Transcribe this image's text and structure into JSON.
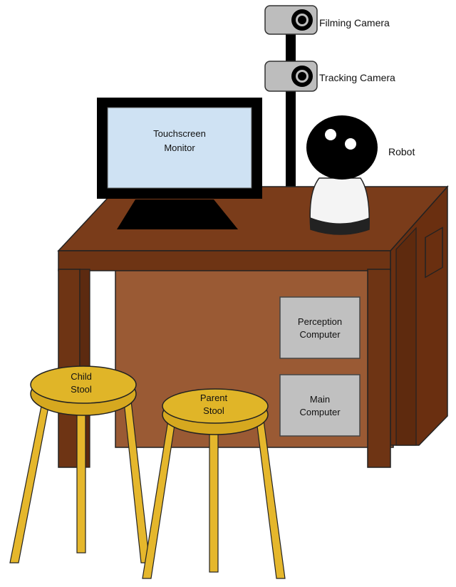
{
  "labels": {
    "filming_camera": "Filming Camera",
    "tracking_camera": "Tracking Camera",
    "robot": "Robot",
    "monitor_line1": "Touchscreen",
    "monitor_line2": "Monitor",
    "perception_line1": "Perception",
    "perception_line2": "Computer",
    "main_line1": "Main",
    "main_line2": "Computer",
    "child_line1": "Child",
    "child_line2": "Stool",
    "parent_line1": "Parent",
    "parent_line2": "Stool"
  },
  "colors": {
    "desk_top": "#7a3c1a",
    "desk_front": "#6e3414",
    "desk_side": "#5c2a10",
    "desk_panel": "#9a5a34",
    "screen": "#cfe2f3",
    "monitor_frame": "#111111",
    "camera_body": "#bdbdbd",
    "computer_box": "#c0c0c0",
    "stool_seat": "#e0b528",
    "stool_legs": "#e5b72c"
  }
}
